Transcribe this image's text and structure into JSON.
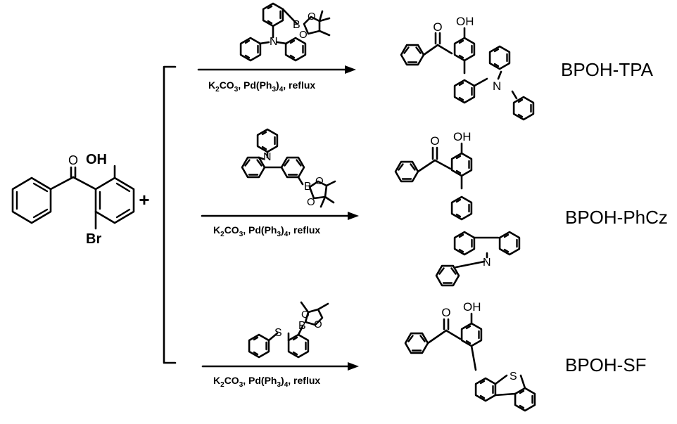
{
  "starting_material": {
    "carbonyl_atom": "O",
    "hydroxyl_label": "OH",
    "halogen_label": "Br"
  },
  "plus_sign": "+",
  "reactions": [
    {
      "reagent_labels": {
        "boron": "B",
        "oxygen1": "O",
        "oxygen2": "O",
        "nitrogen": "N"
      },
      "conditions": {
        "k": "K",
        "sub2": "2",
        "co": "CO",
        "sub3": "3",
        "pd": ", Pd(Ph",
        "sub3b": "3",
        "tail": ")",
        "sub4": "4",
        "reflux": ", reflux"
      },
      "product_labels": {
        "carbonyl_atom": "O",
        "hydroxyl": "OH",
        "nitrogen": "N"
      },
      "product_name": "BPOH-TPA"
    },
    {
      "reagent_labels": {
        "boron": "B",
        "oxygen1": "O",
        "oxygen2": "O",
        "nitrogen": "N"
      },
      "conditions": {
        "k": "K",
        "sub2": "2",
        "co": "CO",
        "sub3": "3",
        "pd": ", Pd(Ph",
        "sub3b": "3",
        "tail": ")",
        "sub4": "4",
        "reflux": ", reflux"
      },
      "product_labels": {
        "carbonyl_atom": "O",
        "hydroxyl": "OH",
        "nitrogen": "N"
      },
      "product_name": "BPOH-PhCz"
    },
    {
      "reagent_labels": {
        "boron": "B",
        "oxygen1": "O",
        "oxygen2": "O",
        "sulfur": "S"
      },
      "conditions": {
        "k": "K",
        "sub2": "2",
        "co": "CO",
        "sub3": "3",
        "pd": ", Pd(Ph",
        "sub3b": "3",
        "tail": ")",
        "sub4": "4",
        "reflux": ", reflux"
      },
      "product_labels": {
        "carbonyl_atom": "O",
        "hydroxyl": "OH",
        "sulfur": "S"
      },
      "product_name": "BPOH-SF"
    }
  ]
}
